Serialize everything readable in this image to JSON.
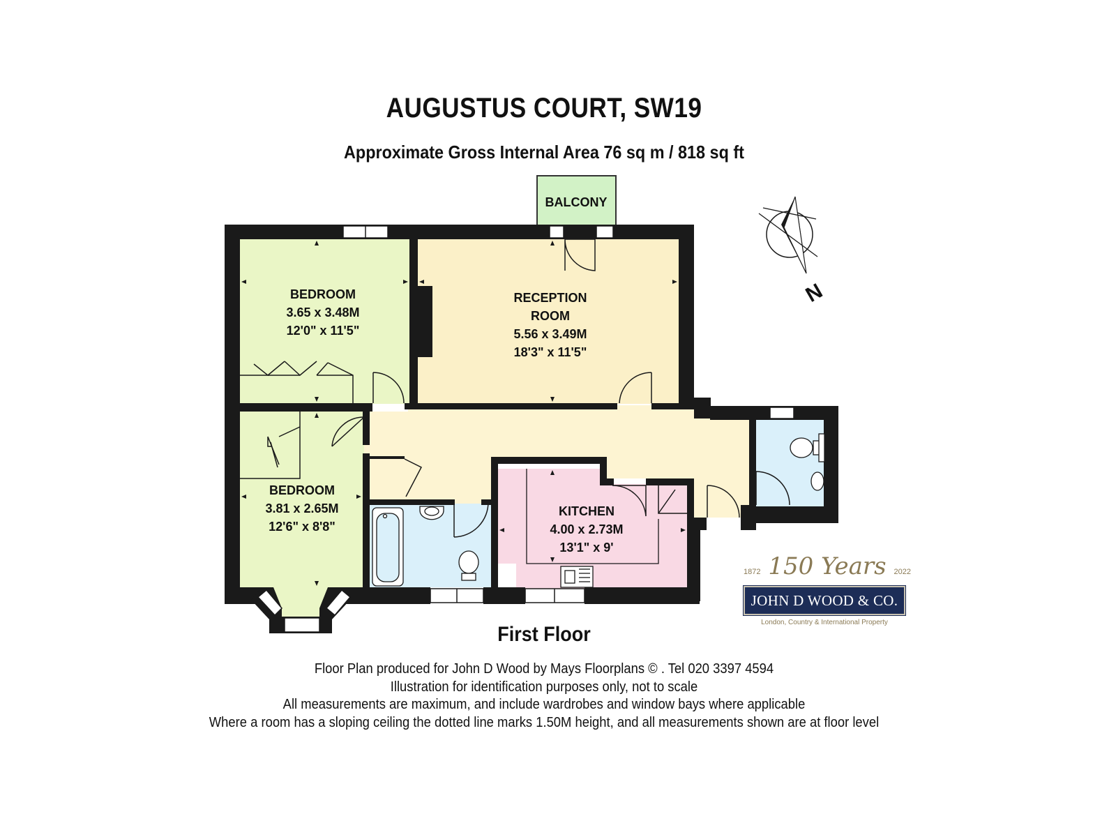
{
  "header": {
    "title": "AUGUSTUS COURT,  SW19",
    "subtitle": "Approximate Gross Internal Area 76 sq m  /  818 sq ft"
  },
  "rooms": {
    "bedroom1": {
      "name": "BEDROOM",
      "metric": "3.65 x 3.48M",
      "imperial": "12'0\" x 11'5\""
    },
    "reception": {
      "name1": "RECEPTION",
      "name2": "ROOM",
      "metric": "5.56 x 3.49M",
      "imperial": "18'3\" x 11'5\""
    },
    "bedroom2": {
      "name": "BEDROOM",
      "metric": "3.81 x 2.65M",
      "imperial": "12'6\" x 8'8\""
    },
    "kitchen": {
      "name": "KITCHEN",
      "metric": "4.00 x 2.73M",
      "imperial": "13'1\" x 9'"
    },
    "balcony": {
      "name": "BALCONY"
    }
  },
  "compass": {
    "letter": "N"
  },
  "floor_label": "First Floor",
  "notes": [
    "Floor Plan produced for John D Wood by Mays Floorplans  © . Tel 020 3397 4594",
    "Illustration for identification purposes only, not to scale",
    "All measurements are maximum, and include wardrobes and window bays where applicable",
    "Where a room has a sloping ceiling the dotted line marks 1.50M height, and all measurements shown are at floor level"
  ],
  "logo": {
    "year_start": "1872",
    "years_text": "150 Years",
    "year_end": "2022",
    "brand": "JOHN D WOOD & CO.",
    "tagline": "London, Country & International Property"
  },
  "colors": {
    "bedroom": "#eaf6c6",
    "reception": "#fbf0c8",
    "hall": "#fdf4d2",
    "kitchen": "#f9d9e4",
    "bathroom": "#daf0fa",
    "balcony": "#d2f2c6",
    "wall": "#1a1a1a",
    "brand_navy": "#1d2d57",
    "brand_gold": "#8a7a55"
  }
}
